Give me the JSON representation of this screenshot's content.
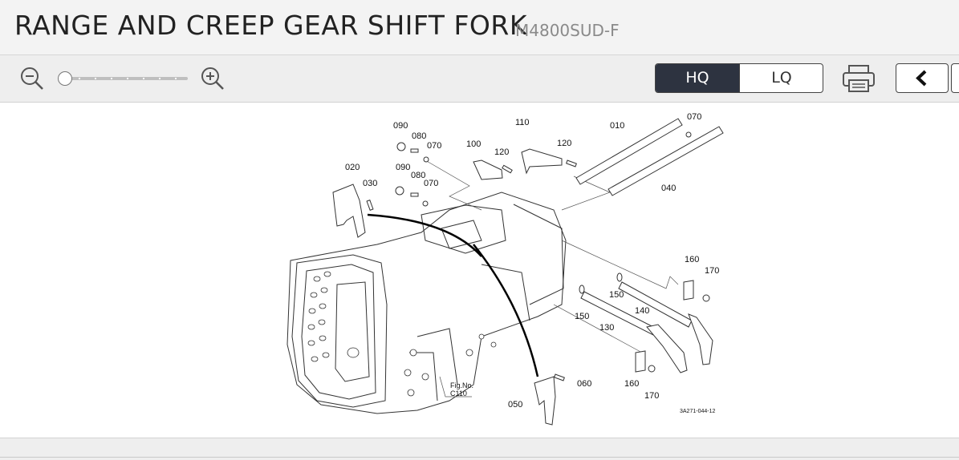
{
  "header": {
    "title": "RANGE AND CREEP GEAR SHIFT FORK",
    "code": "M4800SUD-F"
  },
  "toolbar": {
    "zoom_out_icon": "zoom-out-icon",
    "zoom_in_icon": "zoom-in-icon",
    "zoom_level": 0,
    "quality_options": [
      "HQ",
      "LQ"
    ],
    "quality_selected": "HQ",
    "print_icon": "printer-icon",
    "prev_icon": "chevron-left-icon"
  },
  "diagram": {
    "part_labels": [
      "090",
      "080",
      "070",
      "110",
      "010",
      "070",
      "100",
      "120",
      "120",
      "020",
      "090",
      "080",
      "070",
      "030",
      "040",
      "160",
      "170",
      "150",
      "150",
      "140",
      "130",
      "160",
      "170",
      "060",
      "050"
    ],
    "fig_no_label": "Fig.No.",
    "fig_no_value": "C110",
    "drawing_code": "3A271-044-12"
  },
  "colors": {
    "active_segment": "#2d3340",
    "header_bg": "#f3f3f3",
    "toolbar_bg": "#eeeeee"
  }
}
